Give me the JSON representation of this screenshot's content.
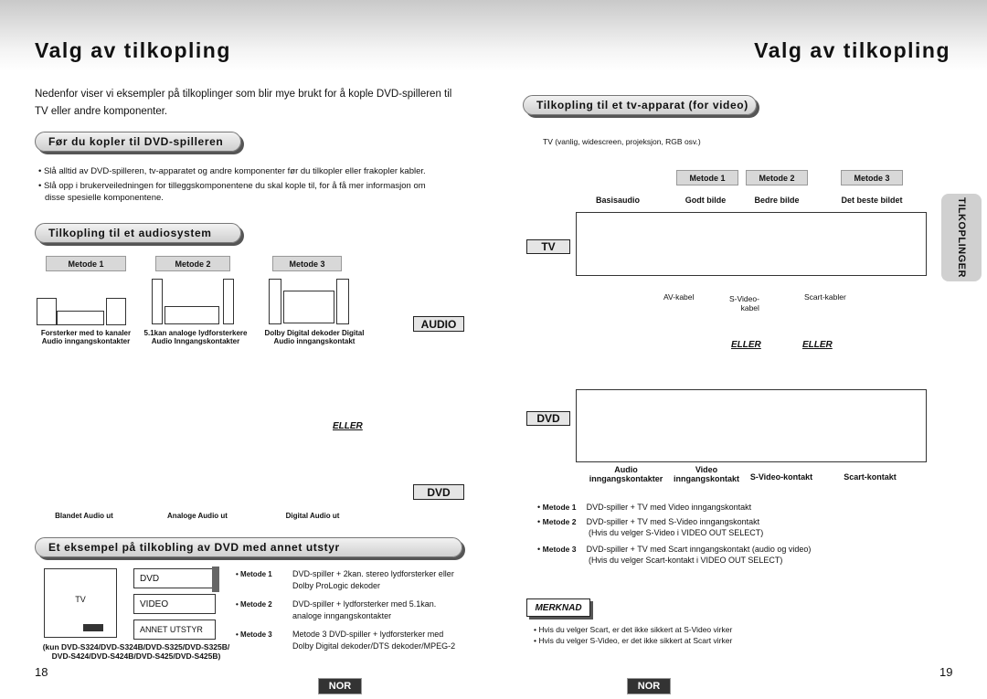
{
  "left": {
    "title": "Valg av tilkopling",
    "intro": "Nedenfor viser vi eksempler på tilkoplinger som blir mye brukt  for å kople DVD-spilleren til TV eller andre komponenter.",
    "intro_l1": "Nedenfor viser vi eksempler på tilkoplinger som blir mye brukt  for å kople DVD-spilleren til",
    "intro_l2": "TV eller andre komponenter.",
    "section1": "Før du kopler til DVD-spilleren",
    "bullet1": "Slå alltid av DVD-spilleren, tv-apparatet og andre komponenter før du tilkopler eller frakopler kabler.",
    "bullet2_l1": "Slå opp i brukerveiledningen for tilleggskomponentene du skal kople til, for å få mer informasjon om",
    "bullet2_l2": "disse spesielle komponentene.",
    "section2": "Tilkopling til et audiosystem",
    "methods": [
      "Metode 1",
      "Metode 2",
      "Metode 3"
    ],
    "m1_caption_l1": "Forsterker med to kanaler",
    "m1_caption_l2": "Audio inngangskontakter",
    "m2_caption_l1": "5.1kan analoge lydforsterkere",
    "m2_caption_l2": "Audio Inngangskontakter",
    "m3_caption_l1": "Dolby Digital dekoder Digital",
    "m3_caption_l2": "Audio inngangskontakt",
    "audio_label": "AUDIO",
    "dvd_label": "DVD",
    "eller": "ELLER",
    "out1": "Blandet Audio ut",
    "out2": "Analoge Audio ut",
    "out3": "Digital Audio ut",
    "section3": "Et eksempel på tilkobling av DVD med annet utstyr",
    "diagram": {
      "tv": "TV",
      "dvd": "DVD",
      "video": "VIDEO",
      "other": "ANNET UTSTYR"
    },
    "models_l1": "(kun DVD-S324/DVD-S324B/DVD-S325/DVD-S325B/",
    "models_l2": "DVD-S424/DVD-S424B/DVD-S425/DVD-S425B)",
    "examples": [
      {
        "m": "• Metode 1",
        "l1": "DVD-spiller + 2kan. stereo lydforsterker eller",
        "l2": "Dolby ProLogic dekoder"
      },
      {
        "m": "• Metode 2",
        "l1": "DVD-spiller + lydforsterker med 5.1kan.",
        "l2": "analoge inngangskontakter"
      },
      {
        "m": "• Metode 3",
        "l1": "Metode 3 DVD-spiller + lydforsterker med",
        "l2": "Dolby Digital dekoder/DTS dekoder/MPEG-2"
      }
    ],
    "page": "18",
    "lang": "NOR"
  },
  "right": {
    "title": "Valg av tilkopling",
    "section": "Tilkopling til et tv-apparat (for video)",
    "tv_note": "TV (vanlig, widescreen, projeksjon, RGB osv.)",
    "methods": [
      "Metode 1",
      "Metode 2",
      "Metode 3"
    ],
    "quality": [
      "Basisaudio",
      "Godt bilde",
      "Bedre bilde",
      "Det beste bildet"
    ],
    "tv_label": "TV",
    "dvd_label": "DVD",
    "cables": {
      "av": "AV-kabel",
      "sv_l1": "S-Video-",
      "sv_l2": "kabel",
      "scart": "Scart-kabler"
    },
    "eller": "ELLER",
    "connectors": {
      "audio_l1": "Audio",
      "audio_l2": "inngangskontakter",
      "video_l1": "Video",
      "video_l2": "inngangskontakt",
      "svideo": "S-Video-kontakt",
      "scart": "Scart-kontakt"
    },
    "rows": [
      {
        "m": "Metode 1",
        "l1": "DVD-spiller + TV med Video inngangskontakt",
        "l2": ""
      },
      {
        "m": "Metode 2",
        "l1": "DVD-spiller + TV med S-Video inngangskontakt",
        "l2": "(Hvis du velger S-Video i VIDEO OUT SELECT)"
      },
      {
        "m": "Metode 3",
        "l1": "DVD-spiller + TV med Scart inngangskontakt (audio og video)",
        "l2": "(Hvis du velger Scart-kontakt i VIDEO OUT SELECT)"
      }
    ],
    "merknad": "MERKNAD",
    "notes": [
      "Hvis du velger Scart, er det ikke sikkert at S-Video virker",
      "Hvis du velger S-Video, er det ikke sikkert at Scart virker"
    ],
    "side_tab": "TILKOPLINGER",
    "page": "19",
    "lang": "NOR"
  }
}
